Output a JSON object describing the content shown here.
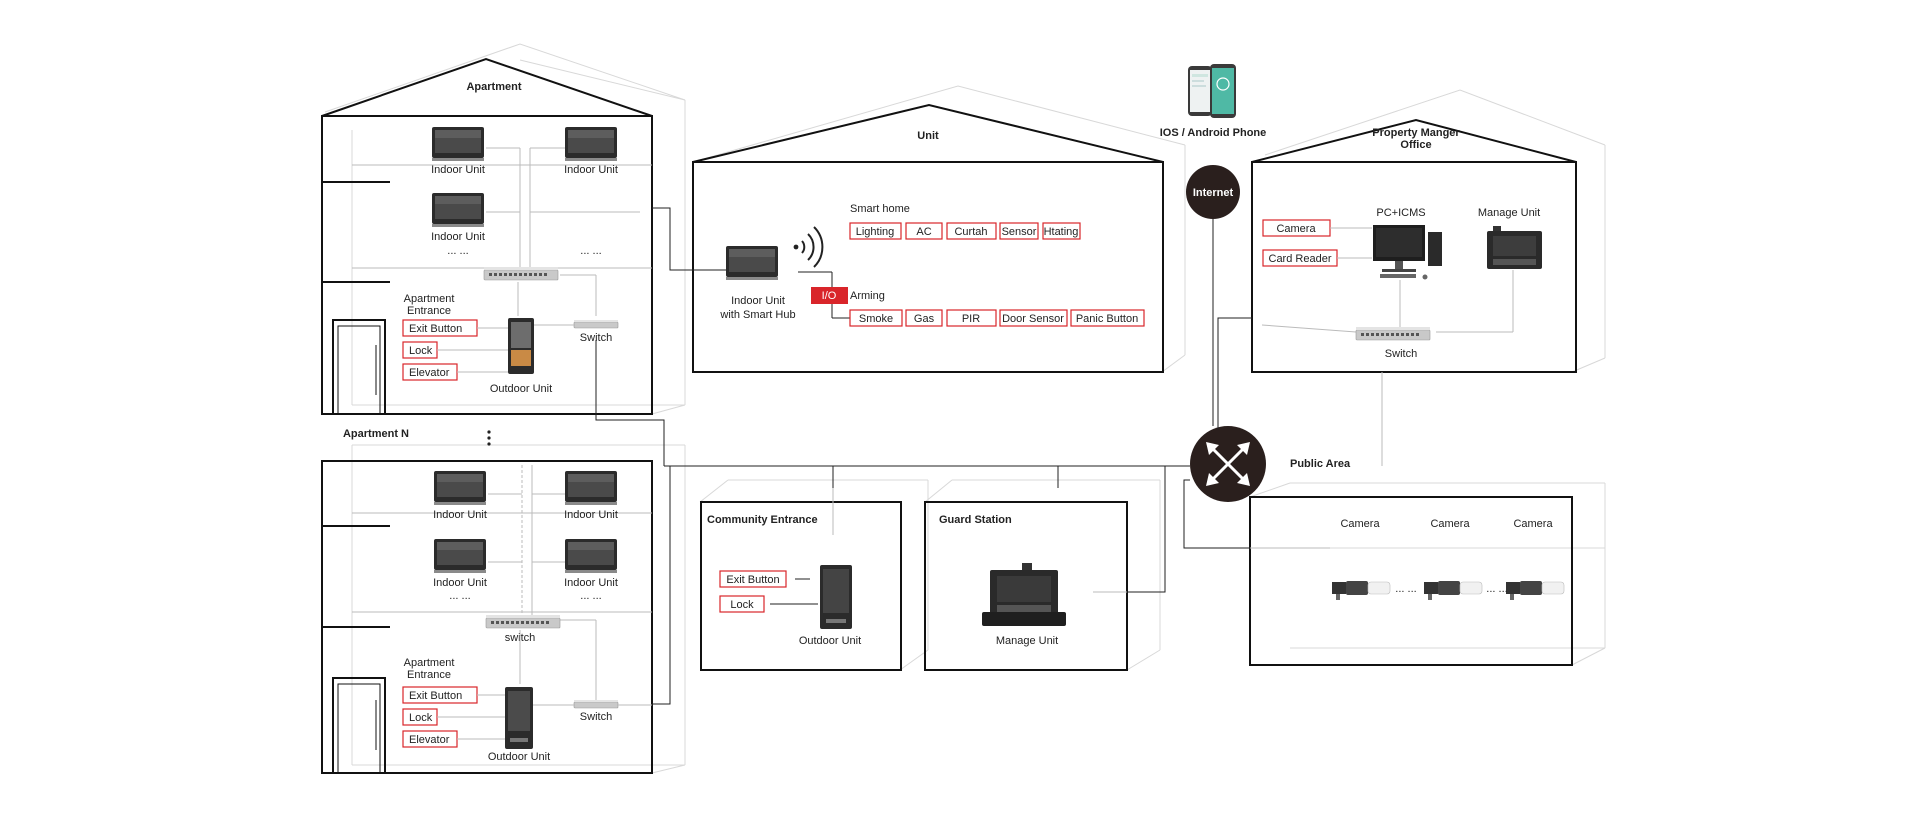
{
  "buildings": {
    "apartment": "Apartment",
    "apartment_n": "Apartment N",
    "unit": "Unit",
    "property_office": [
      "Property Manger",
      "Office"
    ],
    "community_entrance": "Community Entrance",
    "guard_station": "Guard Station",
    "public_area": "Public Area"
  },
  "top_apartment": {
    "indoor_units": [
      "Indoor Unit",
      "Indoor Unit",
      "Indoor Unit"
    ],
    "ellipsis": "... ...",
    "entrance": [
      "Apartment",
      "Entrance"
    ],
    "tags": [
      "Exit Button",
      "Lock",
      "Elevator"
    ],
    "outdoor_unit": "Outdoor Unit",
    "switch": "Switch"
  },
  "bottom_apartment": {
    "indoor_units": [
      "Indoor Unit",
      "Indoor Unit",
      "Indoor Unit",
      "Indoor Unit"
    ],
    "ellipsis": "... ...",
    "switch_center": "switch",
    "entrance": [
      "Apartment",
      "Entrance"
    ],
    "tags": [
      "Exit Button",
      "Lock",
      "Elevator"
    ],
    "outdoor_unit": "Outdoor Unit",
    "switch": "Switch"
  },
  "unit_building": {
    "indoor_hub": [
      "Indoor Unit",
      "with Smart Hub"
    ],
    "smart_home_label": "Smart home",
    "smart_home_tags": [
      "Lighting",
      "AC",
      "Curtah",
      "Sensor",
      "Htating"
    ],
    "io_label": "I/O",
    "arming_label": "Arming",
    "arming_tags": [
      "Smoke",
      "Gas",
      "PIR",
      "Door Sensor",
      "Panic Button"
    ]
  },
  "phone": {
    "label": "IOS / Android Phone"
  },
  "internet": {
    "label": "Internet"
  },
  "office": {
    "tags": [
      "Camera",
      "Card Reader"
    ],
    "pc": "PC+ICMS",
    "manage_unit": "Manage Unit",
    "switch": "Switch"
  },
  "community": {
    "tags": [
      "Exit Button",
      "Lock"
    ],
    "outdoor_unit": "Outdoor Unit"
  },
  "guard": {
    "manage_unit": "Manage Unit"
  },
  "public": {
    "cameras": [
      "Camera",
      "Camera",
      "Camera"
    ],
    "ellipsis": "... ..."
  },
  "colors": {
    "accent": "#d9252a",
    "line": "#222222",
    "hub": "#2a1f1d"
  }
}
